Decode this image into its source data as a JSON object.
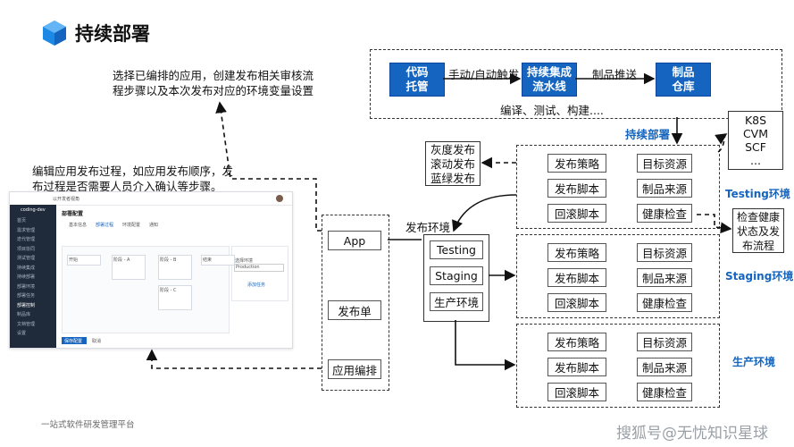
{
  "title": "持续部署",
  "logo_icon": "cube-icon",
  "notes": {
    "top": [
      "选择已编排的应用，创建发布相关审核流",
      "程步骤以及本次发布对应的环境变量设置"
    ],
    "left": [
      "编辑应用发布过程，如应用发布顺序，发",
      "布过程是否需要人员介入确认等步骤。"
    ]
  },
  "pipeline": {
    "repo": [
      "代码",
      "托管"
    ],
    "trigger": "手动/自动触发",
    "ci": [
      "持续集成",
      "流水线"
    ],
    "push": "制品推送",
    "artifact": [
      "制品",
      "仓库"
    ],
    "steps": "编译、测试、构建....",
    "cd": "持续部署"
  },
  "targets": [
    "K8S",
    "CVM",
    "SCF",
    "..."
  ],
  "strategies": [
    "灰度发布",
    "滚动发布",
    "蓝绿发布"
  ],
  "health": [
    "检查健康",
    "状态及发",
    "布流程"
  ],
  "left_col": [
    "App",
    "发布单",
    "应用编排"
  ],
  "env_title": "发布环境",
  "envs": [
    "Testing",
    "Staging",
    "生产环境"
  ],
  "grid_items": [
    [
      "发布策略",
      "目标资源"
    ],
    [
      "发布脚本",
      "制品来源"
    ],
    [
      "回滚脚本",
      "健康检查"
    ]
  ],
  "env_labels": [
    "Testing环境",
    "Staging环境",
    "生产环境"
  ],
  "footer": "一站式软件研发管理平台",
  "watermark": "搜狐号@无忧知识星球",
  "colors": {
    "accent": "#1565c0",
    "env_label": "#1565c0"
  },
  "screenshot": {
    "project": "coding-dev",
    "breadcrumb": "以开发者视角",
    "page_title": "部署配置",
    "tabs": [
      "基本信息",
      "部署过程",
      "环境配置",
      "通知"
    ],
    "sidebar": [
      "首页",
      "需求管理",
      "迭代管理",
      "项目协同",
      "测试管理",
      "持续集成",
      "持续部署",
      "部署环境",
      "部署任务",
      "部署控制",
      "制品库",
      "文档管理",
      "设置"
    ],
    "stage_labels": [
      "开始",
      "阶段 - A",
      "阶段 - B",
      "阶段 - C",
      "结束"
    ],
    "side_panel": [
      "Production",
      "选择环境",
      "添加任务"
    ],
    "save_button": "保存配置",
    "cancel_button": "取消"
  }
}
